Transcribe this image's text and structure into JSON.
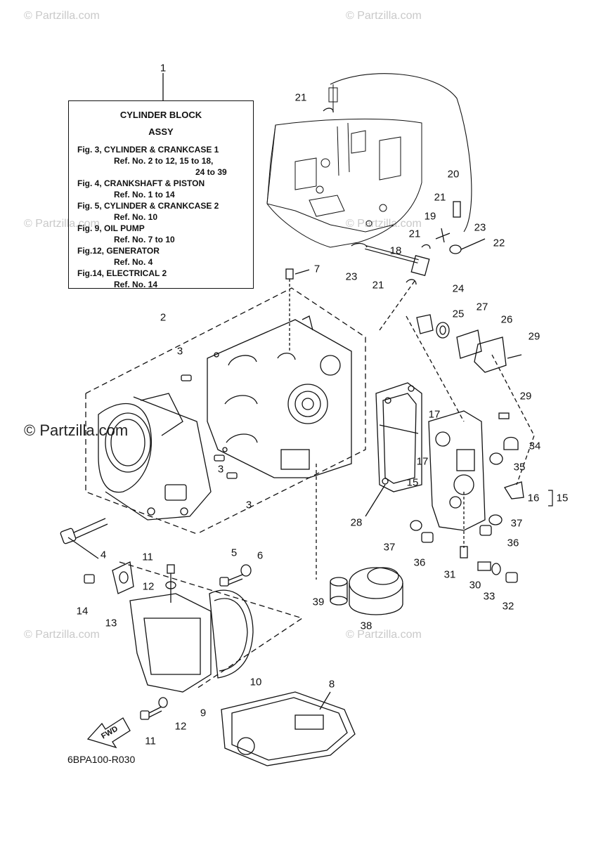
{
  "watermarks": {
    "corner": "© Partzilla.com",
    "main": "© Partzilla.com"
  },
  "info_box": {
    "title_line1": "CYLINDER BLOCK",
    "title_line2": "ASSY",
    "lines": [
      "Fig. 3, CYLINDER & CRANKCASE 1",
      "Ref. No. 2 to 12, 15 to 18,",
      "24 to 39",
      "Fig. 4, CRANKSHAFT & PISTON",
      "Ref. No. 1 to 14",
      "Fig. 5, CYLINDER & CRANKCASE 2",
      "Ref. No. 10",
      "Fig. 9, OIL PUMP",
      "Ref. No. 7 to 10",
      "Fig.12, GENERATOR",
      "Ref. No. 4",
      "Fig.14, ELECTRICAL 2",
      "Ref. No. 14"
    ]
  },
  "callouts": [
    "1",
    "21",
    "20",
    "21",
    "19",
    "23",
    "22",
    "21",
    "18",
    "23",
    "21",
    "7",
    "24",
    "25",
    "27",
    "26",
    "29",
    "2",
    "3",
    "29",
    "17",
    "34",
    "17",
    "35",
    "15",
    "16",
    "15",
    "3",
    "3",
    "28",
    "37",
    "4",
    "5",
    "6",
    "37",
    "36",
    "36",
    "11",
    "31",
    "30",
    "33",
    "12",
    "14",
    "13",
    "39",
    "32",
    "38",
    "10",
    "8",
    "9",
    "12",
    "11"
  ],
  "bracket_label": "15",
  "fwd_label": "FWD",
  "diagram_code": "6BPA100-R030",
  "colors": {
    "ink": "#111111",
    "watermark": "#c9c9c9"
  }
}
